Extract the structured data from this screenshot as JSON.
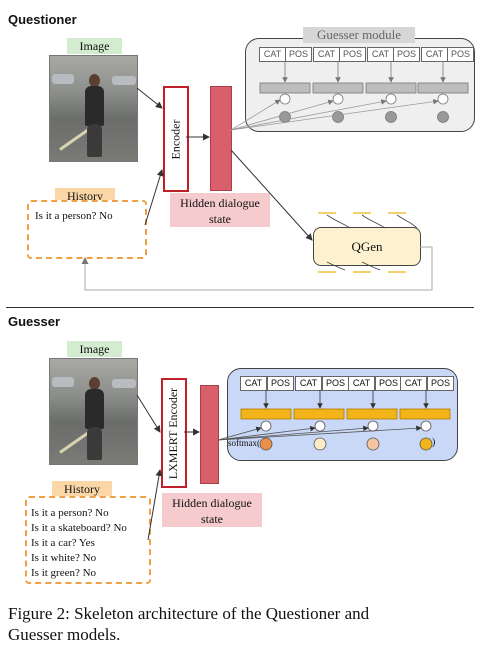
{
  "questioner": {
    "title": "Questioner",
    "image_label": "Image",
    "history_label": "History",
    "history_items": [
      "Is it a person? No"
    ],
    "encoder_label": "Encoder",
    "hidden_label_line1": "Hidden dialogue",
    "hidden_label_line2": "state",
    "module_label": "Guesser module",
    "qgen_label": "QGen",
    "chips": [
      "CAT",
      "POS",
      "CAT",
      "POS",
      "CAT",
      "POS",
      "CAT",
      "POS"
    ]
  },
  "guesser": {
    "title": "Guesser",
    "image_label": "Image",
    "history_label": "History",
    "history_items": [
      "Is it a person? No",
      "Is it a skateboard? No",
      "Is it a car? Yes",
      "Is it white? No",
      "Is it green? No"
    ],
    "encoder_label": "LXMERT Encoder",
    "hidden_label_line1": "Hidden dialogue",
    "hidden_label_line2": "state",
    "softmax_label": "softmax(",
    "softmax_close": ")",
    "chips": [
      "CAT",
      "POS",
      "CAT",
      "POS",
      "CAT",
      "POS",
      "CAT",
      "POS"
    ]
  },
  "caption": {
    "line1": "Figure 2: Skeleton architecture of the Questioner and",
    "line2": "Guesser models."
  },
  "colors": {
    "image_tag": "#d3ecd0",
    "history_tag": "#fbd7a8",
    "encoder_border": "#c0202a",
    "hidden_state": "#d9606a",
    "hidden_label_bg": "#f6cbcd",
    "gray_module": "#efefef",
    "gray_bar": "#bdbdbd",
    "blue_module": "#c9d8f6",
    "yellow_bar": "#f2b418",
    "qgen_fill": "#fdf1cf",
    "softmax_circles": [
      "#e8904a",
      "#fbebc8",
      "#f6c4a0",
      "#f2b418"
    ]
  }
}
